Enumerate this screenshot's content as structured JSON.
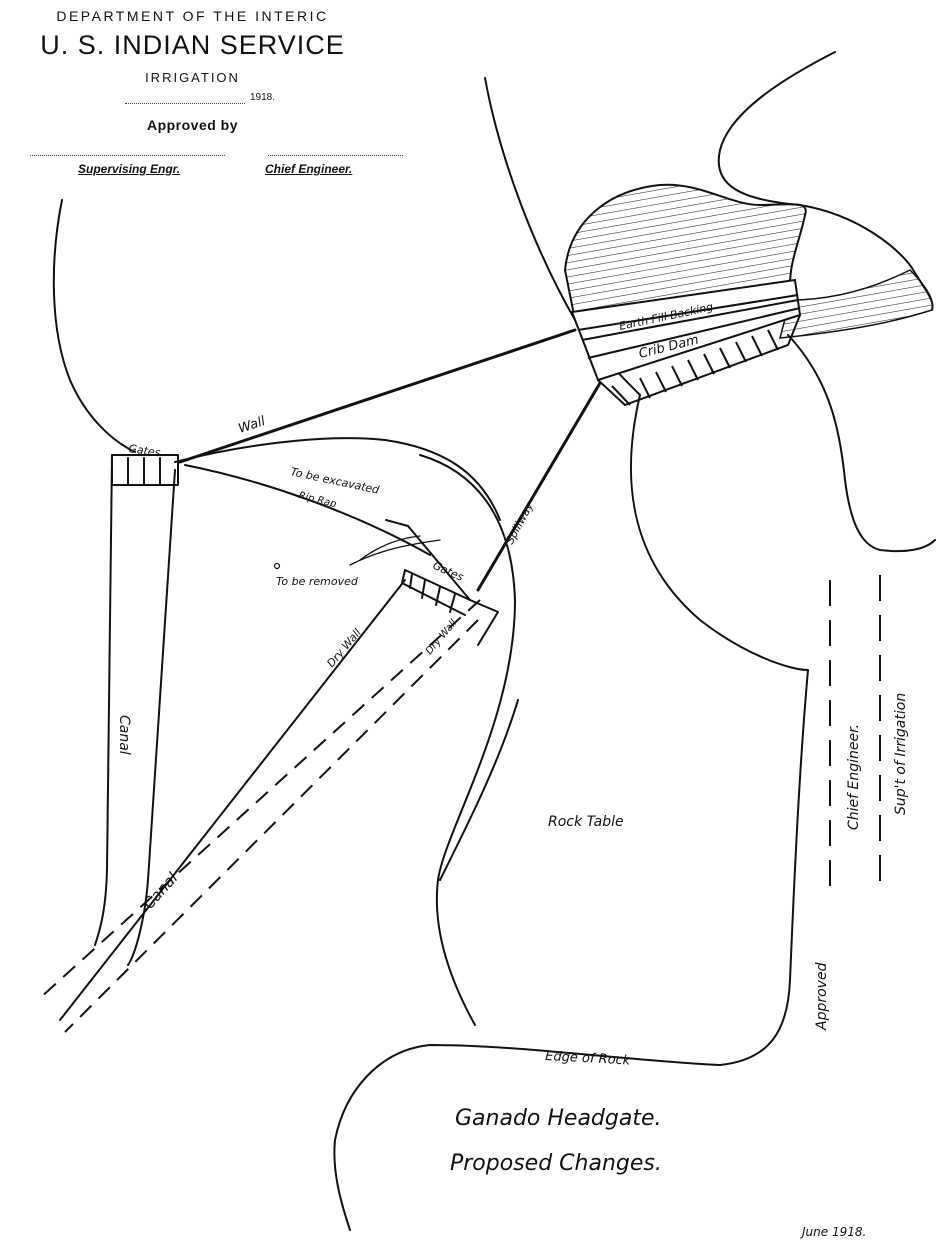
{
  "header": {
    "department": "DEPARTMENT OF THE INTERIC",
    "service": "U. S. INDIAN SERVICE",
    "division": "IRRIGATION",
    "year": "1918.",
    "approved_by": "Approved by",
    "sig_left": "Supervising Engr.",
    "sig_right": "Chief Engineer."
  },
  "labels": {
    "gates_left": "Gates",
    "wall": "Wall",
    "earth_fill": "Earth Fill Backing",
    "crib_dam": "Crib Dam",
    "spillway": "Spillway",
    "to_be_excavated": "To be excavated",
    "rip_rap": "Rip Rap",
    "to_be_removed": "To be removed",
    "gates_center": "Gates",
    "dry_wall_a": "Dry Wall",
    "dry_wall_b": "Dry Wall",
    "canal_vertical": "Canal",
    "canal_diagonal": "Canal",
    "rock_table": "Rock Table",
    "edge_of_rock": "Edge of Rock",
    "approved": "Approved",
    "chief_engineer": "Chief Engineer.",
    "supt_irrigation": "Sup't of Irrigation"
  },
  "title": {
    "line1": "Ganado Headgate.",
    "line2": "Proposed Changes."
  },
  "footer": {
    "date": "June 1918."
  }
}
